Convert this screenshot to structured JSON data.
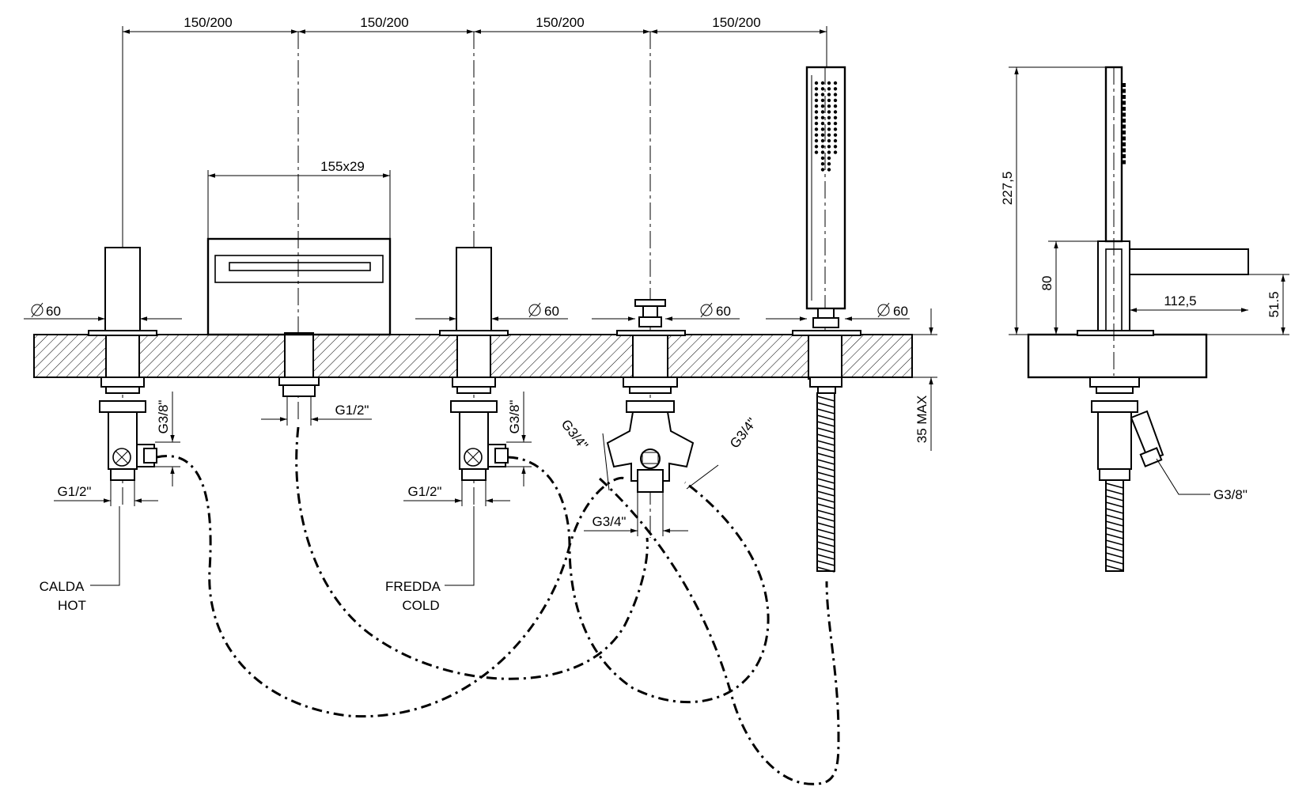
{
  "dimensions": {
    "spacing": [
      "150/200",
      "150/200",
      "150/200",
      "150/200"
    ],
    "spout": "155x29",
    "diameters": [
      "60",
      "60",
      "60",
      "60"
    ],
    "deck_thickness": "35 MAX",
    "connections": {
      "hot_inlet": "G1/2\"",
      "hot_outlet": "G3/8\"",
      "spout_inlet": "G1/2\"",
      "cold_inlet": "G1/2\"",
      "cold_outlet": "G3/8\"",
      "diverter_left": "G3/4\"",
      "diverter_right": "G3/4\"",
      "diverter_bottom": "G3/4\""
    },
    "side": {
      "height_total": "227,5",
      "height_mixer": "80",
      "projection": "112,5",
      "outlet_height": "51.5",
      "outlet_connection": "G3/8\""
    }
  },
  "labels": {
    "hot_it": "CALDA",
    "hot_en": "HOT",
    "cold_it": "FREDDA",
    "cold_en": "COLD"
  }
}
